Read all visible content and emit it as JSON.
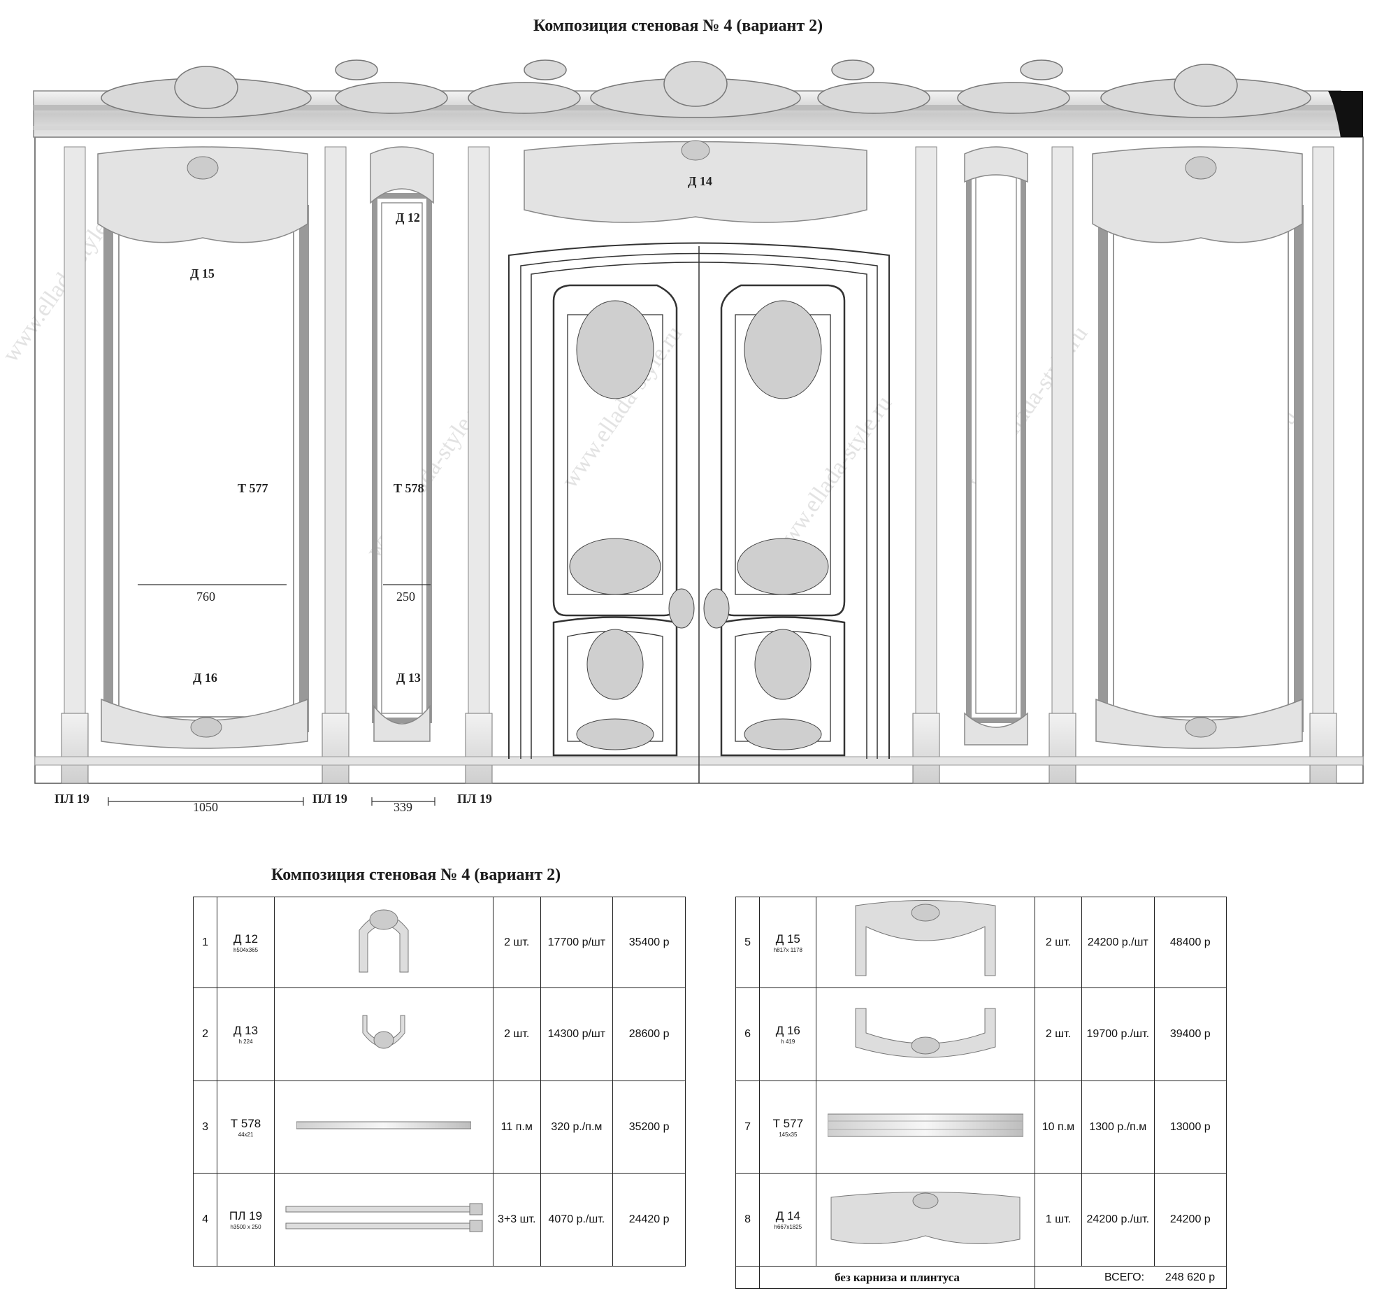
{
  "top_title": "Композиция стеновая № 4 (вариант 2)",
  "watermark": "www.ellada-style.ru",
  "drawing": {
    "labels": {
      "d15": "Д 15",
      "t577": "Т 577",
      "d16": "Д 16",
      "d12": "Д 12",
      "t578": "Т 578",
      "d13": "Д 13",
      "d14": "Д 14",
      "pl19_a": "ПЛ 19",
      "pl19_b": "ПЛ 19",
      "pl19_c": "ПЛ 19"
    },
    "dimensions": {
      "inner_wide": "760",
      "inner_narrow": "250",
      "panel_wide": "1050",
      "panel_narrow": "339"
    }
  },
  "table_title": "Композиция стеновая № 4 (вариант 2)",
  "table_left": [
    {
      "n": "1",
      "code": "Д  12",
      "size": "h504x365",
      "qty": "2 шт.",
      "price": "17700 р/шт",
      "sum": "35400 р"
    },
    {
      "n": "2",
      "code": "Д 13",
      "size": "h 224",
      "qty": "2 шт.",
      "price": "14300 р/шт",
      "sum": "28600 р"
    },
    {
      "n": "3",
      "code": "Т 578",
      "size": "44x21",
      "qty": "11 п.м",
      "price": "320 р./п.м",
      "sum": "35200 р"
    },
    {
      "n": "4",
      "code": "ПЛ 19",
      "size": "h3500 x 250",
      "qty": "3+3 шт.",
      "price": "4070 р./шт.",
      "sum": "24420 р"
    }
  ],
  "table_right": [
    {
      "n": "5",
      "code": "Д 15",
      "size": "h817x 1178",
      "qty": "2 шт.",
      "price": "24200 р./шт",
      "sum": "48400 р"
    },
    {
      "n": "6",
      "code": "Д 16",
      "size": "h 419",
      "qty": "2 шт.",
      "price": "19700 р./шт.",
      "sum": "39400 р"
    },
    {
      "n": "7",
      "code": "Т 577",
      "size": "145x35",
      "qty": "10 п.м",
      "price": "1300 р./п.м",
      "sum": "13000 р"
    },
    {
      "n": "8",
      "code": "Д 14",
      "size": "h667x1825",
      "qty": "1 шт.",
      "price": "24200 р./шт.",
      "sum": "24200 р"
    }
  ],
  "footer": {
    "note": "без карниза и плинтуса",
    "total_label": "ВСЕГО:",
    "total_value": "248 620 р"
  }
}
